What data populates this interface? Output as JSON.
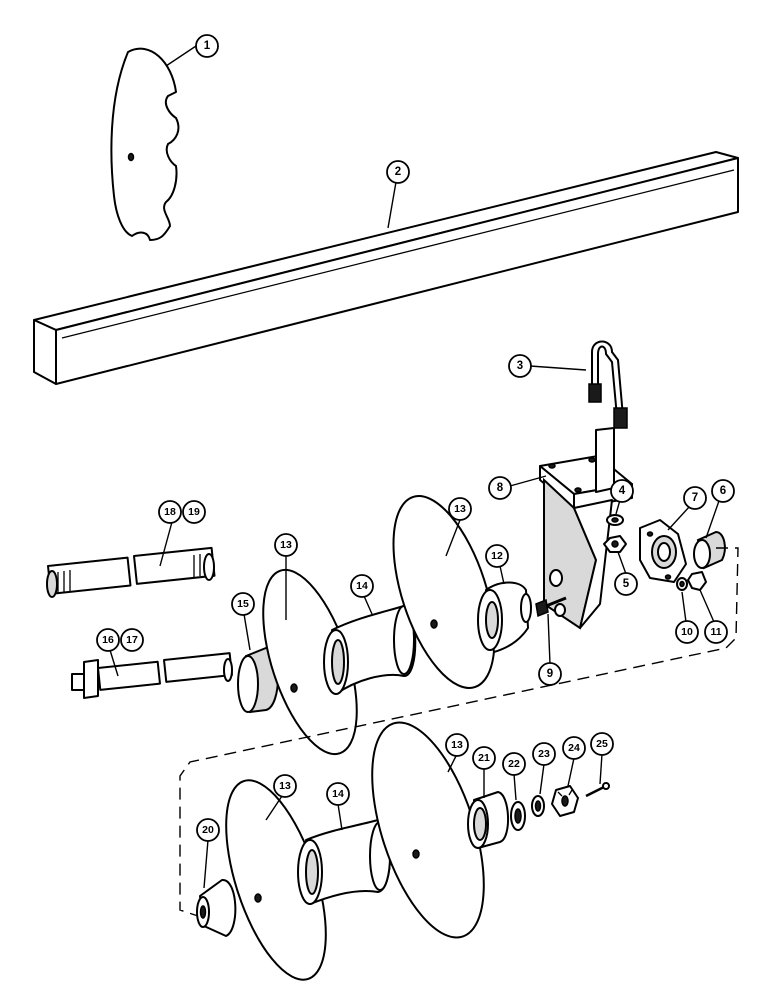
{
  "callouts": [
    {
      "id": "c1",
      "label": "1"
    },
    {
      "id": "c2",
      "label": "2"
    },
    {
      "id": "c3",
      "label": "3"
    },
    {
      "id": "c4",
      "label": "4"
    },
    {
      "id": "c5",
      "label": "5"
    },
    {
      "id": "c6",
      "label": "6"
    },
    {
      "id": "c7",
      "label": "7"
    },
    {
      "id": "c8",
      "label": "8"
    },
    {
      "id": "c9",
      "label": "9"
    },
    {
      "id": "c10",
      "label": "10"
    },
    {
      "id": "c11",
      "label": "11"
    },
    {
      "id": "c12",
      "label": "12"
    },
    {
      "id": "c13a",
      "label": "13"
    },
    {
      "id": "c13b",
      "label": "13"
    },
    {
      "id": "c13c",
      "label": "13"
    },
    {
      "id": "c13d",
      "label": "13"
    },
    {
      "id": "c14a",
      "label": "14"
    },
    {
      "id": "c14b",
      "label": "14"
    },
    {
      "id": "c15",
      "label": "15"
    },
    {
      "id": "c16",
      "label": "16"
    },
    {
      "id": "c17",
      "label": "17"
    },
    {
      "id": "c18",
      "label": "18"
    },
    {
      "id": "c19",
      "label": "19"
    },
    {
      "id": "c20",
      "label": "20"
    },
    {
      "id": "c21",
      "label": "21"
    },
    {
      "id": "c22",
      "label": "22"
    },
    {
      "id": "c23",
      "label": "23"
    },
    {
      "id": "c24",
      "label": "24"
    },
    {
      "id": "c25",
      "label": "25"
    }
  ]
}
